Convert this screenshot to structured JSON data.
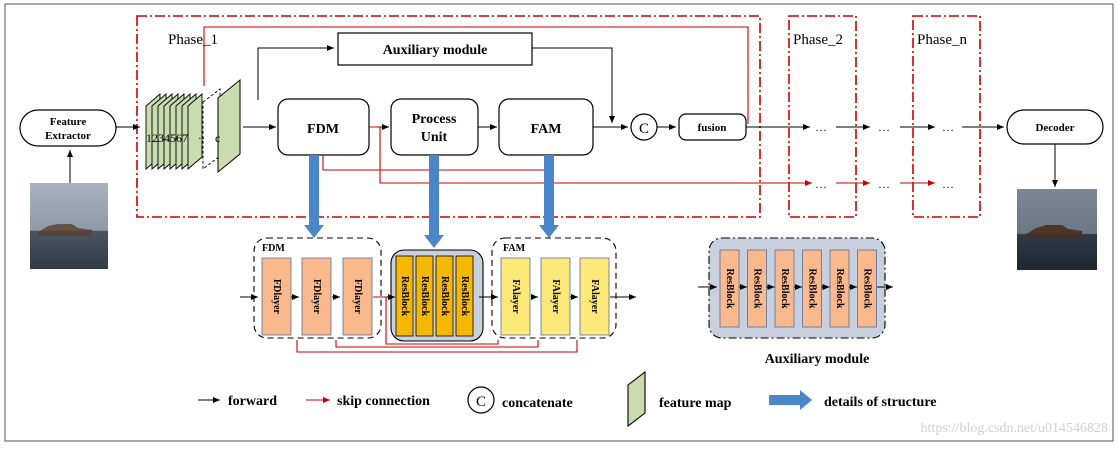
{
  "phases": {
    "phase1": "Phase_1",
    "phase2": "Phase_2",
    "phasen": "Phase_n"
  },
  "blocks": {
    "feature_extractor_l1": "Feature",
    "feature_extractor_l2": "Extractor",
    "auxiliary_module": "Auxiliary module",
    "fdm": "FDM",
    "process_unit_l1": "Process",
    "process_unit_l2": "Unit",
    "fam": "FAM",
    "concat_symbol": "C",
    "fusion": "fusion",
    "decoder": "Decoder",
    "ellipsis": "…"
  },
  "feature_stack": {
    "index_labels": "1234567",
    "dots": "··",
    "last_label": "c"
  },
  "details": {
    "fdm_title": "FDM",
    "fdm_layers": [
      "FDlayer",
      "FDlayer",
      "FDlayer"
    ],
    "resblocks": [
      "ResBlock",
      "ResBlock",
      "ResBlock",
      "ResBlock"
    ],
    "fam_title": "FAM",
    "fam_layers": [
      "FAlayer",
      "FAlayer",
      "FAlayer"
    ],
    "aux_resblocks": [
      "ResBlock",
      "ResBlock",
      "ResBlock",
      "ResBlock",
      "ResBlock",
      "ResBlock"
    ],
    "aux_title": "Auxiliary module"
  },
  "legend": {
    "forward": "forward",
    "skip": "skip connection",
    "concat_symbol": "C",
    "concatenate": "concatenate",
    "feature_map": "feature map",
    "details": "details of structure"
  },
  "watermark": "https://blog.csdn.net/u014546828",
  "colors": {
    "phase_border": "#cc0000",
    "skip_line": "#cc0000",
    "detail_arrow": "#4a86c8",
    "fdlayer_fill": "#f9b98c",
    "resblock_fill": "#f5b800",
    "falayer_fill": "#fde97a",
    "feature_map_fill": "#c9dcb0"
  }
}
